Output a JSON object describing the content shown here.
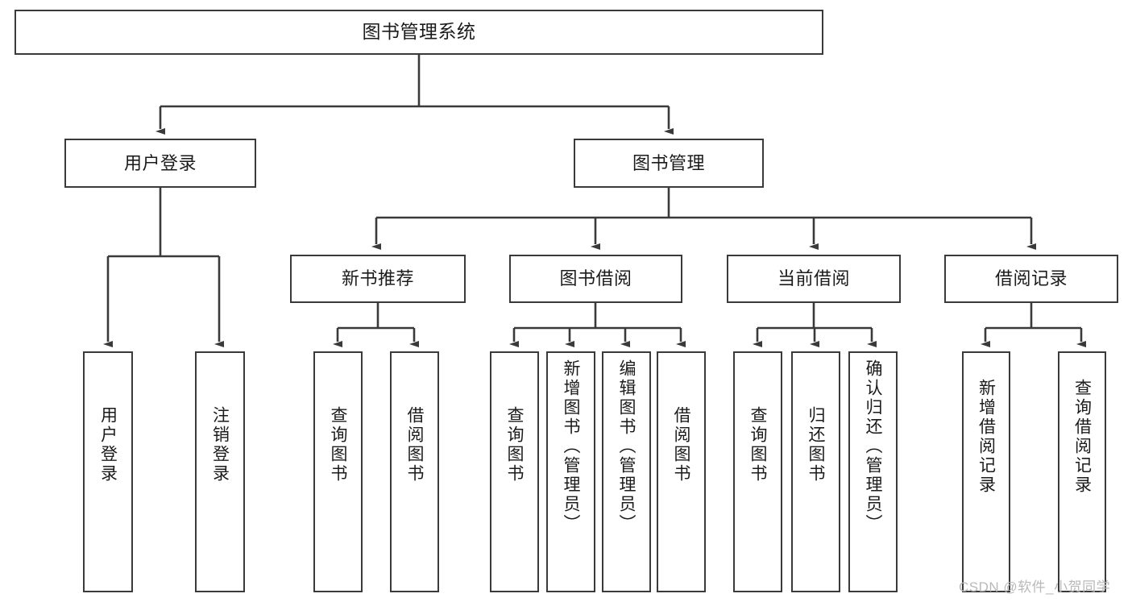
{
  "diagram": {
    "title": "图书管理系统",
    "watermark": "CSDN @软件_小贺同学",
    "line_color": "#3a3a3a",
    "box_fill": "#ffffff",
    "text_color": "#1b1b1b",
    "watermark_color": "#b9b9b9"
  },
  "nodes": {
    "root": {
      "label": "图书管理系统"
    },
    "level2": [
      {
        "label": "用户登录"
      },
      {
        "label": "图书管理"
      }
    ],
    "level3": [
      {
        "label": "新书推荐"
      },
      {
        "label": "图书借阅"
      },
      {
        "label": "当前借阅"
      },
      {
        "label": "借阅记录"
      }
    ],
    "leaves": {
      "user_login": [
        {
          "label": "用户登录"
        },
        {
          "label": "注销登录"
        }
      ],
      "new_book": [
        {
          "label": "查询图书"
        },
        {
          "label": "借阅图书"
        }
      ],
      "borrow_book": [
        {
          "label": "查询图书"
        },
        {
          "label": "新增图书（管理员）"
        },
        {
          "label": "编辑图书（管理员）"
        },
        {
          "label": "借阅图书"
        }
      ],
      "current_borrow": [
        {
          "label": "查询图书"
        },
        {
          "label": "归还图书"
        },
        {
          "label": "确认归还（管理员）"
        }
      ],
      "borrow_record": [
        {
          "label": "新增借阅记录"
        },
        {
          "label": "查询借阅记录"
        }
      ]
    }
  }
}
